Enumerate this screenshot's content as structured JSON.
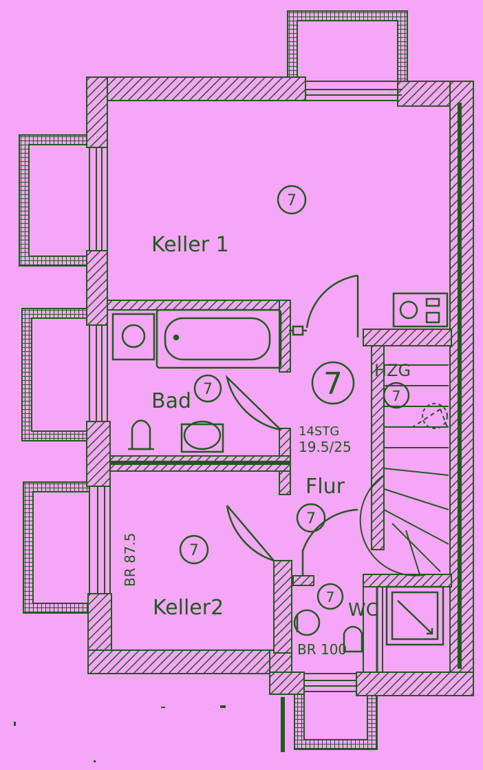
{
  "colors": {
    "background": "#f6a6f6",
    "wall": "#1f5a1c",
    "hatch": "#1f5a1c"
  },
  "rooms": {
    "keller1": {
      "label": "Keller 1",
      "marker": "7"
    },
    "bad": {
      "label": "Bad",
      "marker": "7"
    },
    "flur": {
      "label": "Flur",
      "marker": "7",
      "center_marker": "7"
    },
    "keller2": {
      "label": "Keller2",
      "marker": "7"
    },
    "wc": {
      "label": "WC",
      "marker": "7"
    },
    "hzg": {
      "label": "HZG",
      "marker": "7"
    }
  },
  "annotations": {
    "stairs_line1": "14STG",
    "stairs_line2": "19.5/25",
    "br_keller2": "BR 87.5",
    "br_wc": "BR 100"
  }
}
